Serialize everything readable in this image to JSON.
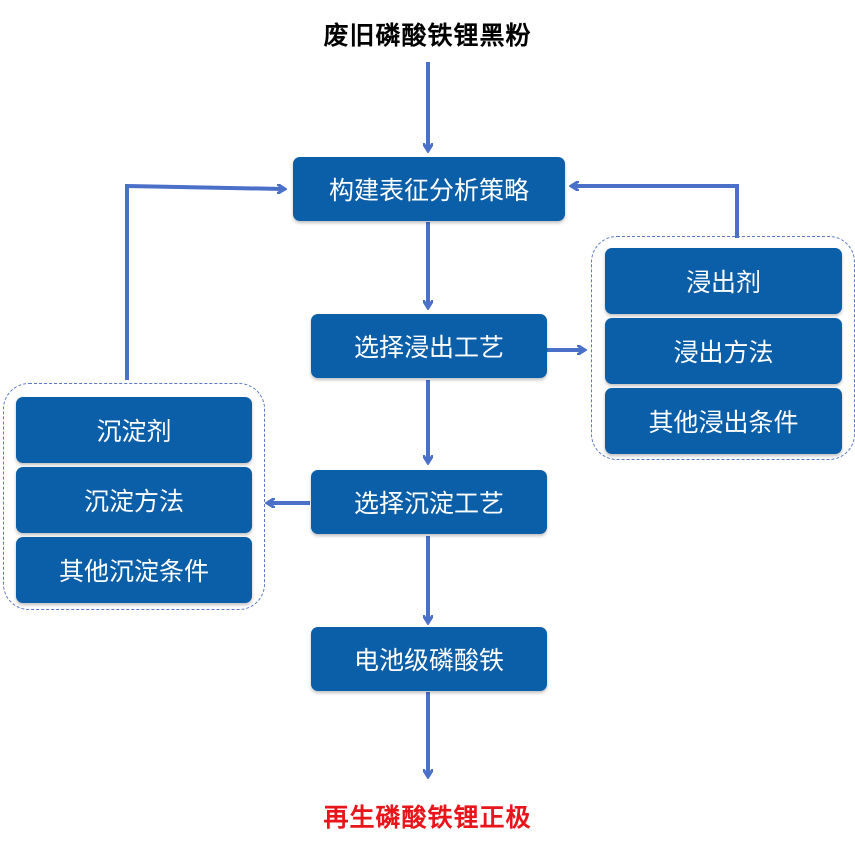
{
  "top_title": "废旧磷酸铁锂黑粉",
  "bottom_title": "再生磷酸铁锂正极",
  "steps": {
    "strategy": "构建表征分析策略",
    "leach_process": "选择浸出工艺",
    "precip_process": "选择沉淀工艺",
    "fepo4": "电池级磷酸铁"
  },
  "leach_factors": [
    "浸出剂",
    "浸出方法",
    "其他浸出条件"
  ],
  "precip_factors": [
    "沉淀剂",
    "沉淀方法",
    "其他沉淀条件"
  ],
  "colors": {
    "box": "#0b5ea8",
    "arrow": "#4a70c8",
    "bottom_title": "#e8151b"
  }
}
